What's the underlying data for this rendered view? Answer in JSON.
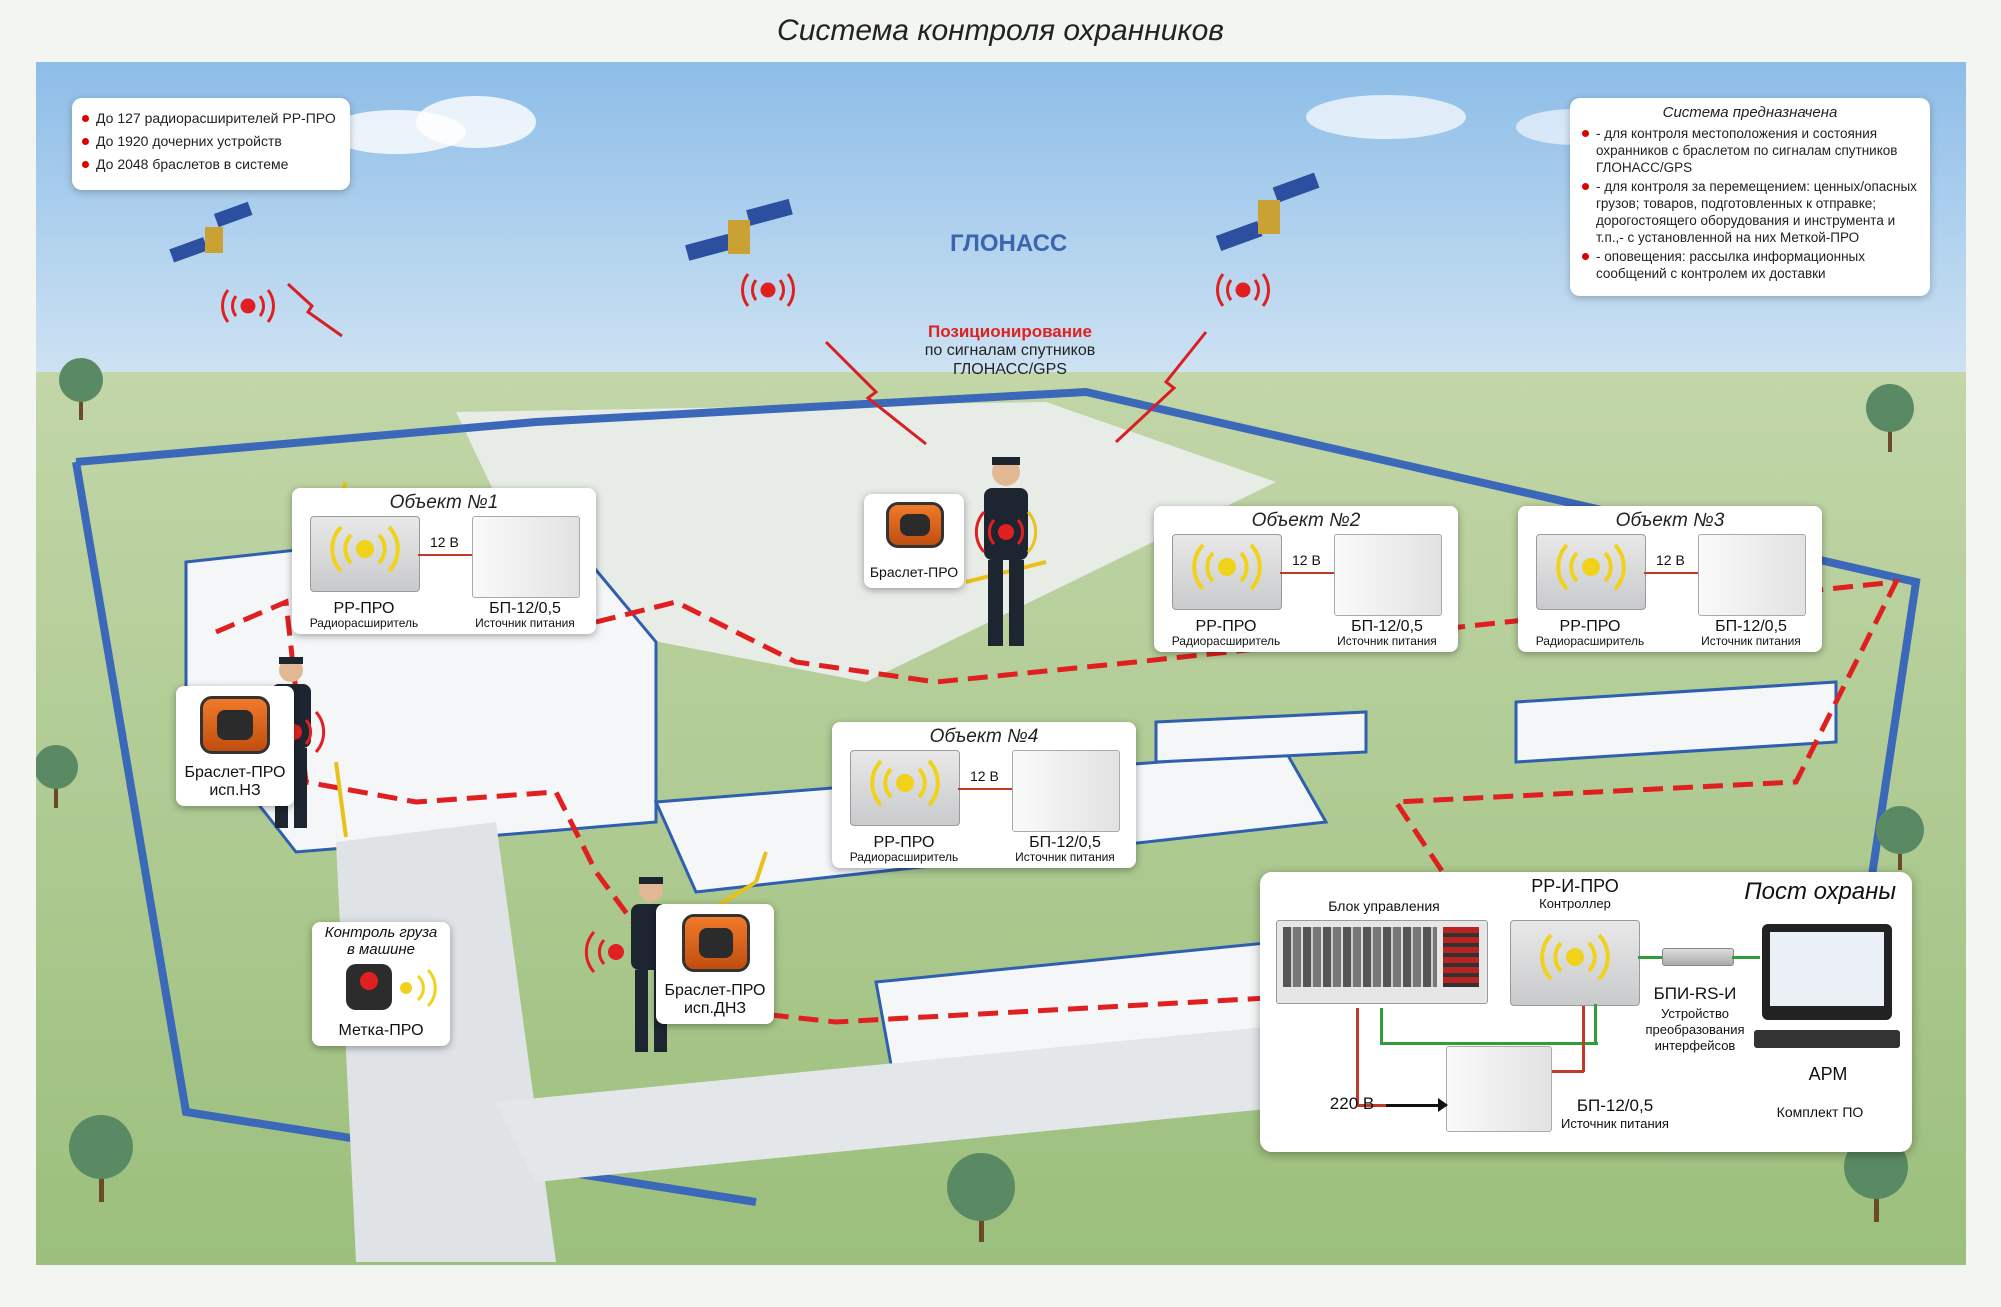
{
  "title": "Система контроля охранников",
  "capacity": {
    "items": [
      "До 127 радиорасширителей РР-ПРО",
      "До 1920 дочерних устройств",
      "До 2048 браслетов в системе"
    ]
  },
  "purpose": {
    "heading": "Система предназначена",
    "items": [
      "- для контроля местоположения и состояния охранников с браслетом по сигналам спутников ГЛОНАСС/GPS",
      "- для контроля за перемещением: ценных/опасных грузов; товаров, подготовленных к отправке; дорогостоящего оборудования и инструмента и т.п.,- с установленной на них Меткой-ПРО",
      "- оповещения: рассылка информационных сообщений с контролем их доставки"
    ]
  },
  "glonass": "ГЛОНАСС",
  "positioning": {
    "title": "Позиционирование",
    "line1": "по сигналам спутников",
    "line2": "ГЛОНАСС/GPS"
  },
  "objects": [
    {
      "title": "Объект №1",
      "voltage": "12 В",
      "rr": "РР-ПРО",
      "rr_sub": "Радиорасширитель",
      "psu": "БП-12/0,5",
      "psu_sub": "Источник питания"
    },
    {
      "title": "Объект №2",
      "voltage": "12 В",
      "rr": "РР-ПРО",
      "rr_sub": "Радиорасширитель",
      "psu": "БП-12/0,5",
      "psu_sub": "Источник питания"
    },
    {
      "title": "Объект №3",
      "voltage": "12 В",
      "rr": "РР-ПРО",
      "rr_sub": "Радиорасширитель",
      "psu": "БП-12/0,5",
      "psu_sub": "Источник питания"
    },
    {
      "title": "Объект №4",
      "voltage": "12 В",
      "rr": "РР-ПРО",
      "rr_sub": "Радиорасширитель",
      "psu": "БП-12/0,5",
      "psu_sub": "Источник питания"
    }
  ],
  "bracelets": {
    "top": "Браслет-ПРО",
    "left_line1": "Браслет-ПРО",
    "left_line2": "исп.НЗ",
    "bottom_line1": "Браслет-ПРО",
    "bottom_line2": "исп.ДНЗ"
  },
  "cargo": {
    "title_line1": "Контроль груза",
    "title_line2": "в машине",
    "tag": "Метка-ПРО"
  },
  "post": {
    "title": "Пост охраны",
    "control_block": "Блок управления",
    "controller": "РР-И-ПРО",
    "controller_sub": "Контроллер",
    "bpi": "БПИ-RS-И",
    "bpi_sub1": "Устройство",
    "bpi_sub2": "преобразования",
    "bpi_sub3": "интерфейсов",
    "arm": "АРМ",
    "software": "Комплект ПО",
    "mains": "220 В",
    "psu": "БП-12/0,5",
    "psu_sub": "Источник питания"
  },
  "colors": {
    "sky": "#a9cdee",
    "grass": "#a5c488",
    "route": "#e02020",
    "fence": "#3b68b8",
    "accent_red": "#d22222"
  }
}
